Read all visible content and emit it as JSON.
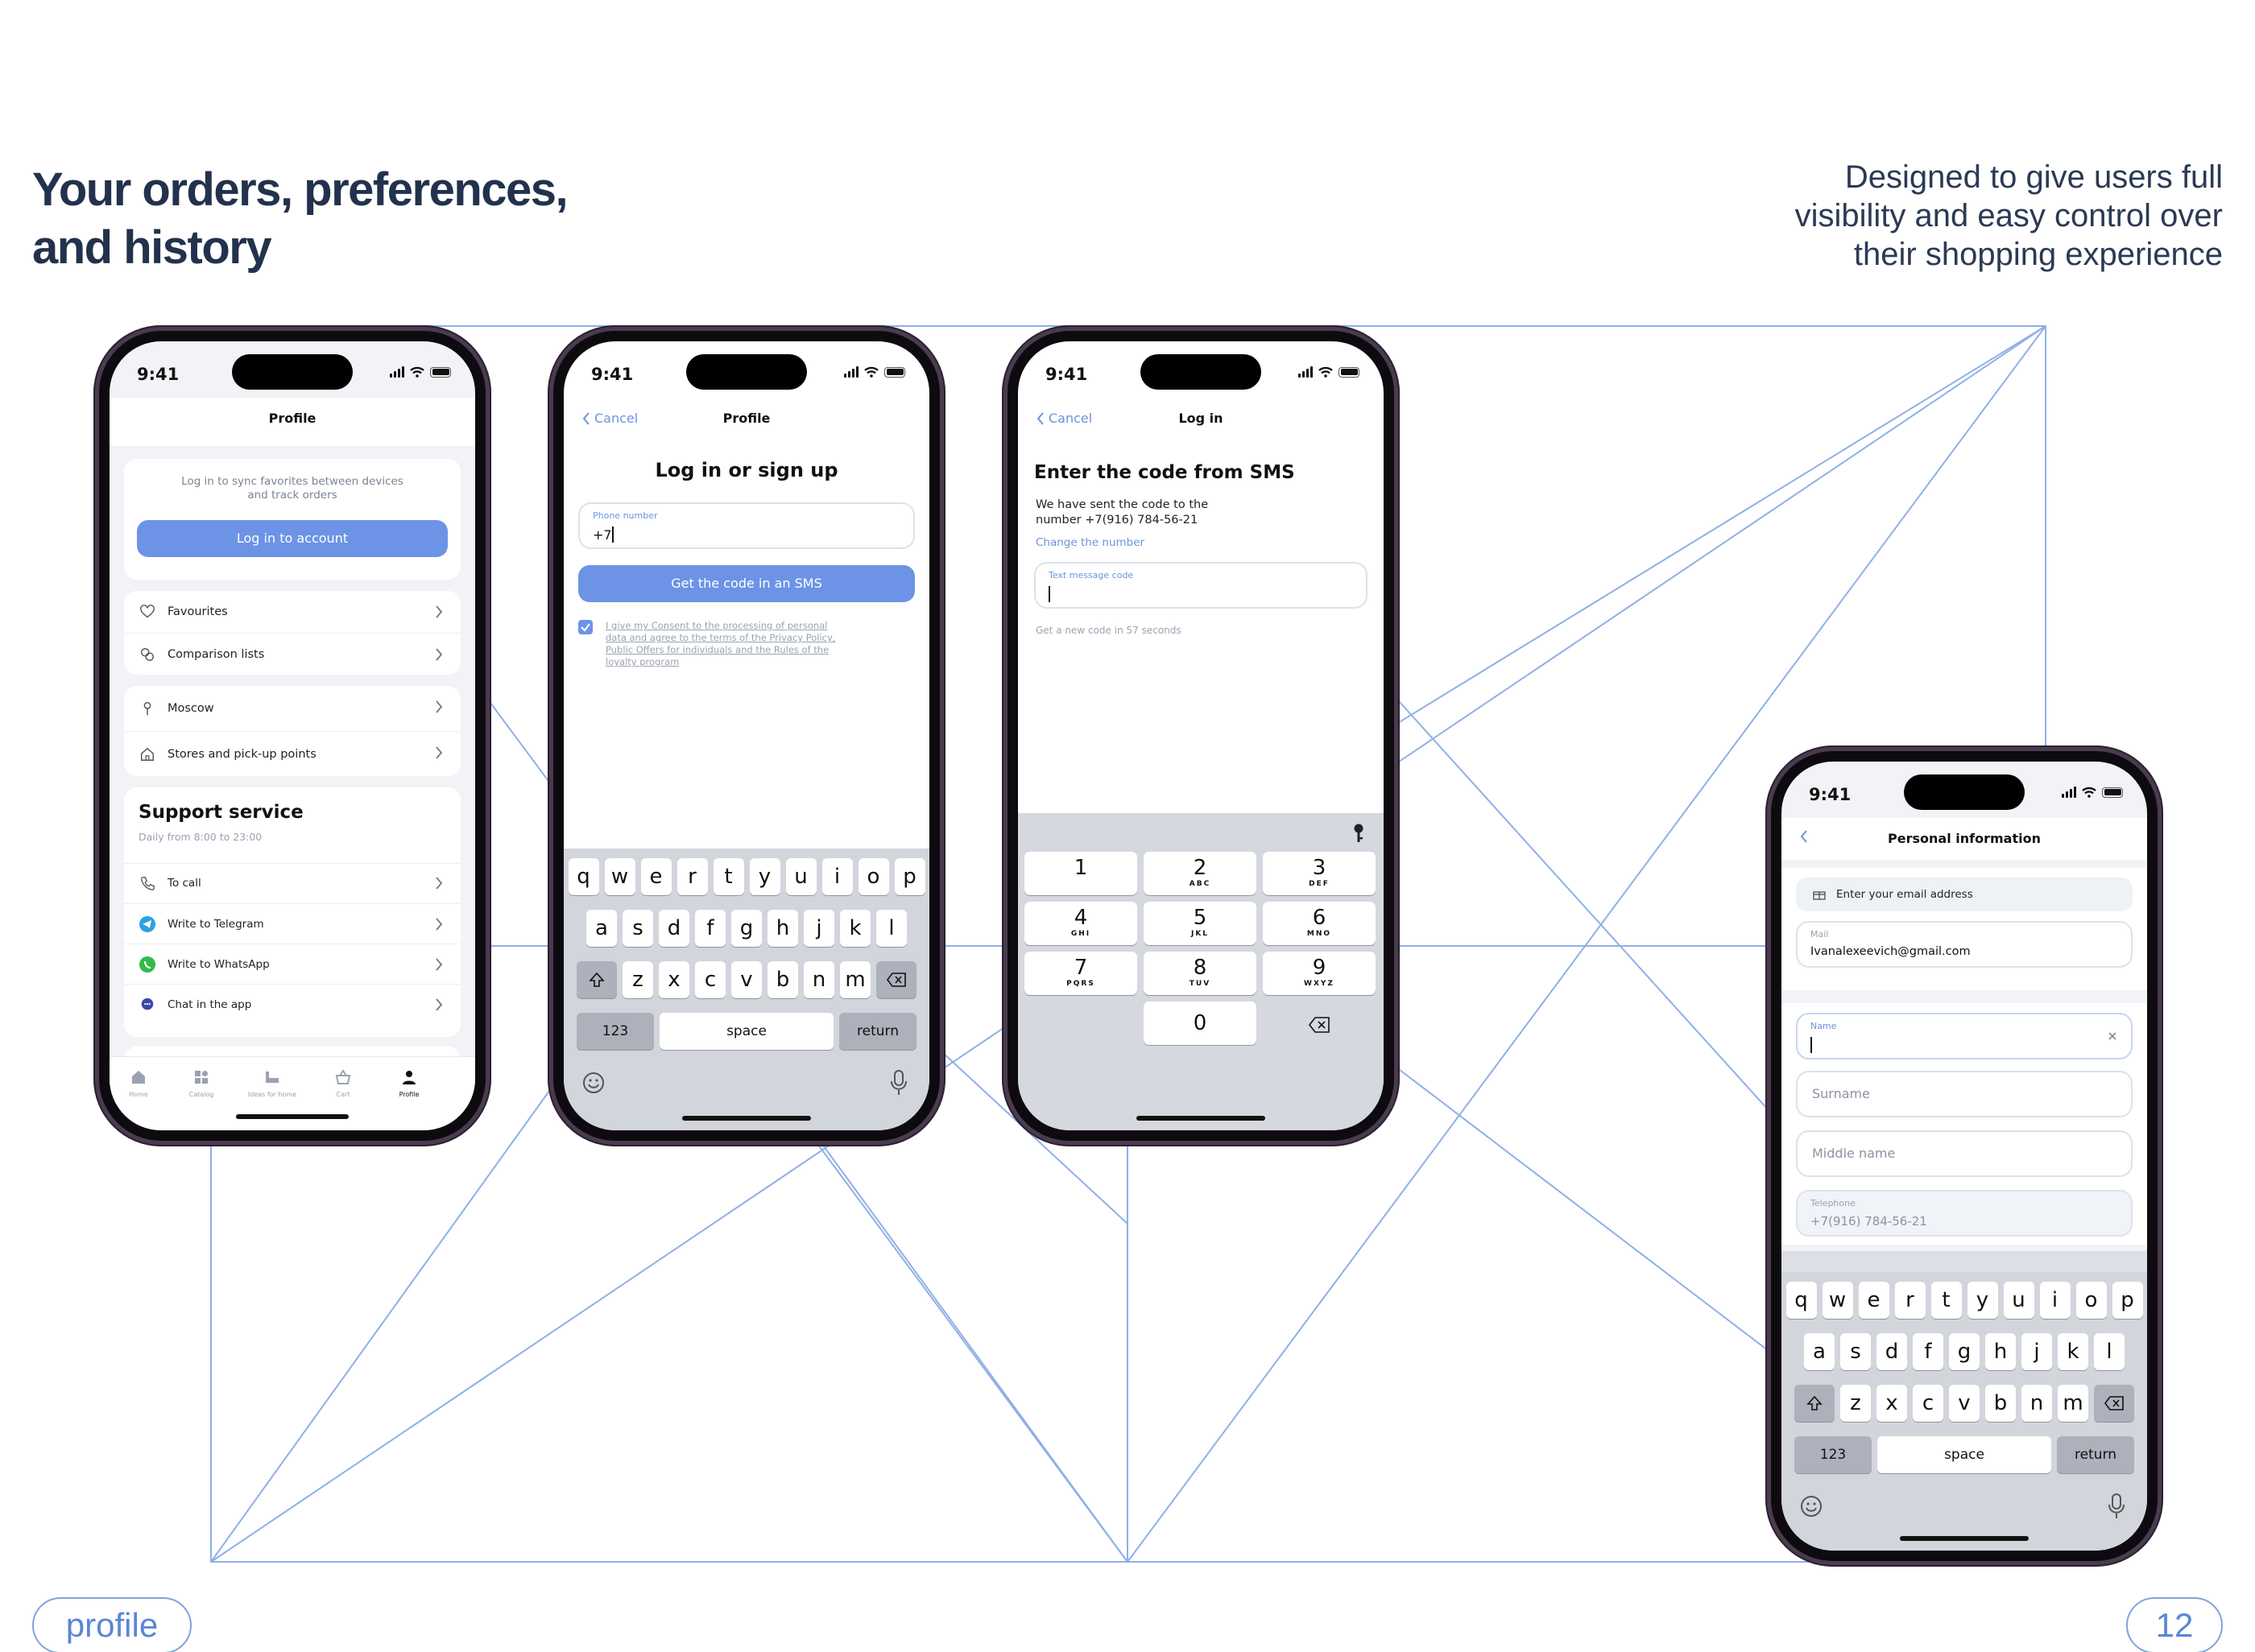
{
  "slide": {
    "headline_line1": "Your orders, preferences,",
    "headline_line2": "and history",
    "sub_line1": "Designed to give users full",
    "sub_line2": "visibility and easy control over",
    "sub_line3": "their shopping experience",
    "section_tag": "profile",
    "page_number": "12"
  },
  "status_time": "9:41",
  "profile_screen": {
    "title": "Profile",
    "sync_text_1": "Log in to sync favorites between devices",
    "sync_text_2": "and track orders",
    "login_button": "Log in to account",
    "menu_a": [
      "Favourites",
      "Comparison lists"
    ],
    "menu_b": [
      "Moscow",
      "Stores and pick-up points"
    ],
    "support_title": "Support service",
    "support_hours": "Daily from 8:00 to 23:00",
    "support_items": [
      "To call",
      "Write to Telegram",
      "Write to WhatsApp",
      "Chat in the app"
    ],
    "tabs": [
      "Home",
      "Catalog",
      "Ideas for home",
      "Cart",
      "Profile"
    ]
  },
  "signup_screen": {
    "back": "Cancel",
    "title": "Profile",
    "heading": "Log in or sign up",
    "phone_label": "Phone number",
    "phone_value": "+7",
    "cta": "Get the code in an SMS",
    "consent_1": "I give my Consent to the processing of personal",
    "consent_2": "data and agree to the terms of the Privacy Policy,",
    "consent_3": "Public Offers for individuals and the Rules of the",
    "consent_4": "loyalty program",
    "kb_row1": [
      "q",
      "w",
      "e",
      "r",
      "t",
      "y",
      "u",
      "i",
      "o",
      "p"
    ],
    "kb_row2": [
      "a",
      "s",
      "d",
      "f",
      "g",
      "h",
      "j",
      "k",
      "l"
    ],
    "kb_row3": [
      "z",
      "x",
      "c",
      "v",
      "b",
      "n",
      "m"
    ],
    "kb_num": "123",
    "kb_space": "space",
    "kb_return": "return"
  },
  "sms_screen": {
    "back": "Cancel",
    "title": "Log in",
    "heading": "Enter the code from SMS",
    "sent_1": "We have sent the code to the",
    "sent_2": "number +7(916) 784-56-21",
    "change_link": "Change the number",
    "code_label": "Text message code",
    "resend": "Get a new code in 57 seconds",
    "numpad": [
      {
        "n": "1",
        "l": ""
      },
      {
        "n": "2",
        "l": "ABC"
      },
      {
        "n": "3",
        "l": "DEF"
      },
      {
        "n": "4",
        "l": "GHI"
      },
      {
        "n": "5",
        "l": "JKL"
      },
      {
        "n": "6",
        "l": "MNO"
      },
      {
        "n": "7",
        "l": "PQRS"
      },
      {
        "n": "8",
        "l": "TUV"
      },
      {
        "n": "9",
        "l": "WXYZ"
      },
      {
        "n": "0",
        "l": ""
      }
    ]
  },
  "personal_screen": {
    "title": "Personal information",
    "email_prompt": "Enter your email address",
    "mail_label": "Mail",
    "mail_value": "Ivanalexeevich@gmail.com",
    "name_label": "Name",
    "surname_placeholder": "Surname",
    "middle_placeholder": "Middle name",
    "tel_label": "Telephone",
    "tel_value": "+7(916) 784-56-21"
  },
  "colors": {
    "accent": "#6d93e6",
    "heading": "#22324d",
    "wire": "#7fa3e0"
  }
}
